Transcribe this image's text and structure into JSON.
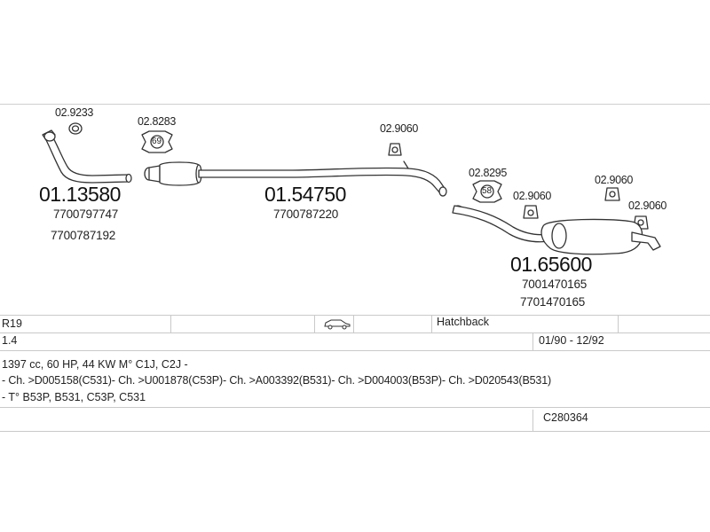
{
  "diagram": {
    "refs": {
      "clamp_front": "02.9233",
      "hanger_69": "02.8283",
      "hanger_69_num": "69",
      "hanger_mid": "02.9060",
      "hanger_58": "02.8295",
      "hanger_58_num": "58",
      "hanger_rear_a": "02.9060",
      "hanger_rear_b": "02.9060",
      "hanger_rear_c": "02.9060"
    },
    "parts": [
      {
        "number": "01.13580",
        "oem": [
          "7700797747",
          "7700787192"
        ]
      },
      {
        "number": "01.54750",
        "oem": [
          "7700787220"
        ]
      },
      {
        "number": "01.65600",
        "oem": [
          "7001470165",
          "7701470165"
        ]
      }
    ]
  },
  "info_table": {
    "model": "R19",
    "body_type": "Hatchback",
    "engine": "1.4",
    "years": "01/90 - 12/92",
    "spec": "1397 cc, 60 HP, 44 KW M° C1J, C2J -",
    "chassis": "- Ch. >D005158(C531)- Ch. >U001878(C53P)- Ch. >A003392(B531)- Ch. >D004003(B53P)- Ch. >D020543(B531)",
    "types": "- T° B53P, B531, C53P, C531",
    "code": "C280364",
    "car_icon": "car-hatchback-icon"
  },
  "colors": {
    "line": "#333333",
    "fill": "#ffffff",
    "grid": "#c9c9c9"
  }
}
